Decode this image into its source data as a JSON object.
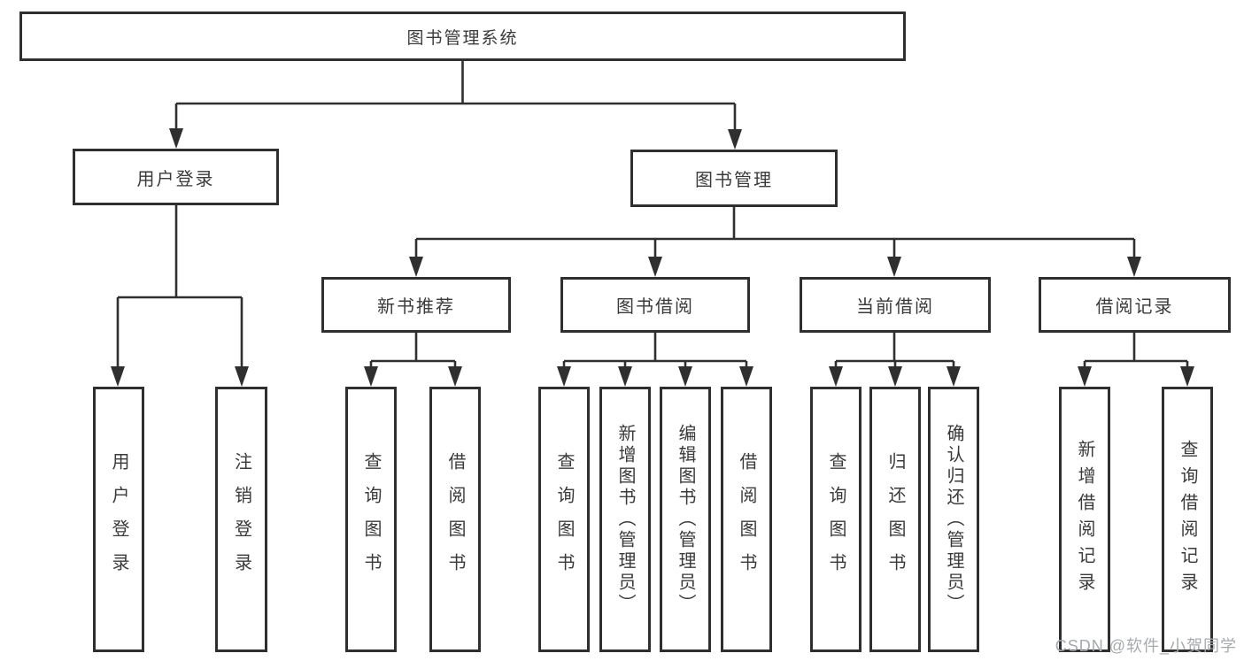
{
  "diagram": {
    "type": "tree",
    "title": "图书管理系统",
    "hierarchy": {
      "root": {
        "label": "图书管理系统",
        "children": [
          {
            "label": "用户登录",
            "children": [
              {
                "label": "用户登录"
              },
              {
                "label": "注销登录"
              }
            ]
          },
          {
            "label": "图书管理",
            "children": [
              {
                "label": "新书推荐",
                "children": [
                  {
                    "label": "查询图书"
                  },
                  {
                    "label": "借阅图书"
                  }
                ]
              },
              {
                "label": "图书借阅",
                "children": [
                  {
                    "label": "查询图书"
                  },
                  {
                    "label": "新增图书（管理员）"
                  },
                  {
                    "label": "编辑图书（管理员）"
                  },
                  {
                    "label": "借阅图书"
                  }
                ]
              },
              {
                "label": "当前借阅",
                "children": [
                  {
                    "label": "查询图书"
                  },
                  {
                    "label": "归还图书"
                  },
                  {
                    "label": "确认归还（管理员）"
                  }
                ]
              },
              {
                "label": "借阅记录",
                "children": [
                  {
                    "label": "新增借阅记录"
                  },
                  {
                    "label": "查询借阅记录"
                  }
                ]
              }
            ]
          }
        ]
      }
    },
    "colors": {
      "line": "#2f2f2f",
      "box_border": "#2f2f2f",
      "box_fill": "#ffffff",
      "text": "#3a3a3a",
      "background": "#ffffff",
      "watermark": "#a6aaad"
    }
  },
  "watermark": {
    "text": "CSDN @软件_小贺同学"
  }
}
